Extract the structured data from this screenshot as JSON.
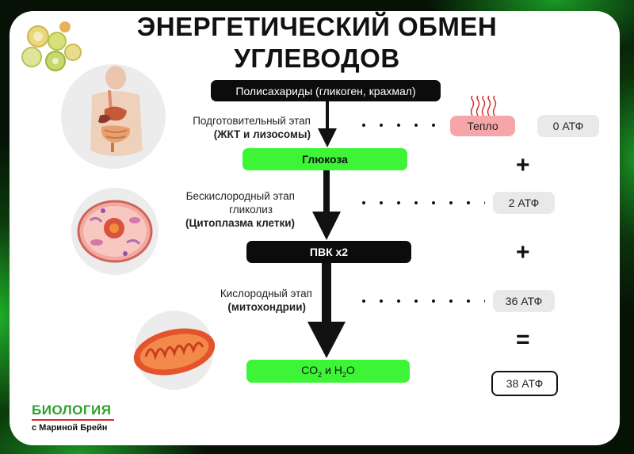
{
  "title_line1": "ЭНЕРГЕТИЧЕСКИЙ ОБМЕН",
  "title_line2": "УГЛЕВОДОВ",
  "boxes": {
    "polysaccharides": "Полисахариды (гликоген, крахмал)",
    "glucose": "Глюкоза",
    "pvk": "ПВК х2",
    "final_co2_prefix": "CO",
    "final_co2_sub": "2",
    "final_and": " и H",
    "final_h2o_sub": "2",
    "final_o": "O"
  },
  "stages": {
    "prep_line1": "Подготовительный этап",
    "prep_line2": "(ЖКТ и лизосомы)",
    "anaerobic_line1": "Бескислородный этап",
    "anaerobic_line2": "гликолиз",
    "anaerobic_line3": "(Цитоплазма клетки)",
    "oxygen_line1": "Кислородный этап",
    "oxygen_line2": "(митохондрии)"
  },
  "outputs": {
    "heat": "Тепло",
    "atp0": "0 АТФ",
    "atp2": "2 АТФ",
    "atp36": "36 АТФ",
    "atp38": "38 АТФ"
  },
  "operators": {
    "plus1": "+",
    "plus2": "+",
    "equals": "="
  },
  "logo": {
    "name": "БИОЛОГИЯ",
    "author": "с Мариной Брейн"
  },
  "colors": {
    "accent_green": "#3df536",
    "dark_box": "#0c0c0c",
    "heat_pink": "#f6a6a8",
    "pill_gray": "#e9e9e9",
    "logo_green": "#2da22a",
    "logo_red": "#e02b2b"
  },
  "icons": [
    "fruit-slices-icon",
    "human-digestive-system-icon",
    "animal-cell-icon",
    "mitochondrion-icon",
    "heat-waves-icon"
  ]
}
